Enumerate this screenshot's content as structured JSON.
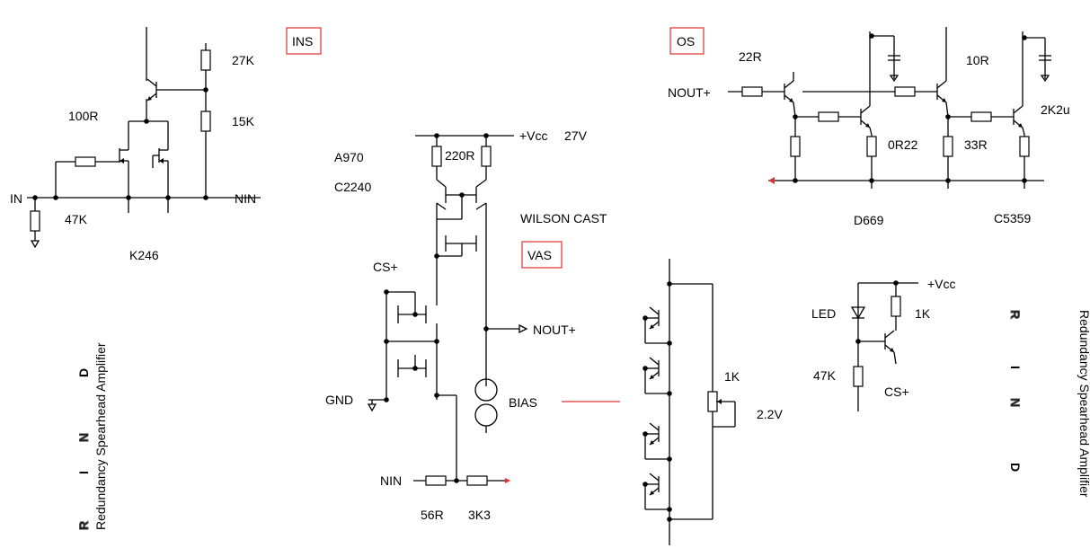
{
  "sections": {
    "ins": "INS",
    "os": "OS",
    "vas": "VAS"
  },
  "labels": {
    "r27k": "27K",
    "r15k": "15K",
    "r100r": "100R",
    "in": "IN",
    "r47k": "47K",
    "nin_out": "NIN",
    "k246": "K246",
    "vcc": "+Vcc",
    "v27": "27V",
    "a970": "A970",
    "c2240": "C2240",
    "r220r": "220R",
    "wilson": "WILSON CAST",
    "csplus": "CS+",
    "nout": "NOUT+",
    "gnd": "GND",
    "bias": "BIAS",
    "nin_in": "NIN",
    "r56r": "56R",
    "r3k3": "3K3",
    "r1k": "1K",
    "v22": "2.2V",
    "os_nout": "NOUT+",
    "r22r": "22R",
    "r10r": "10R",
    "r2k2u": "2K2u",
    "r0r22": "0R22",
    "r33r": "33R",
    "d669": "D669",
    "c5359": "C5359",
    "cs_vcc": "+Vcc",
    "led": "LED",
    "cs_1k": "1K",
    "cs_47k": "47K",
    "cs_csplus": "CS+"
  },
  "logo": {
    "letters": [
      "R",
      "I",
      "N",
      "D"
    ],
    "tagline": "Redundancy Spearhead Amplifier",
    "colors": {
      "gray": "#8a8a8a",
      "red": "#e8191c"
    }
  }
}
